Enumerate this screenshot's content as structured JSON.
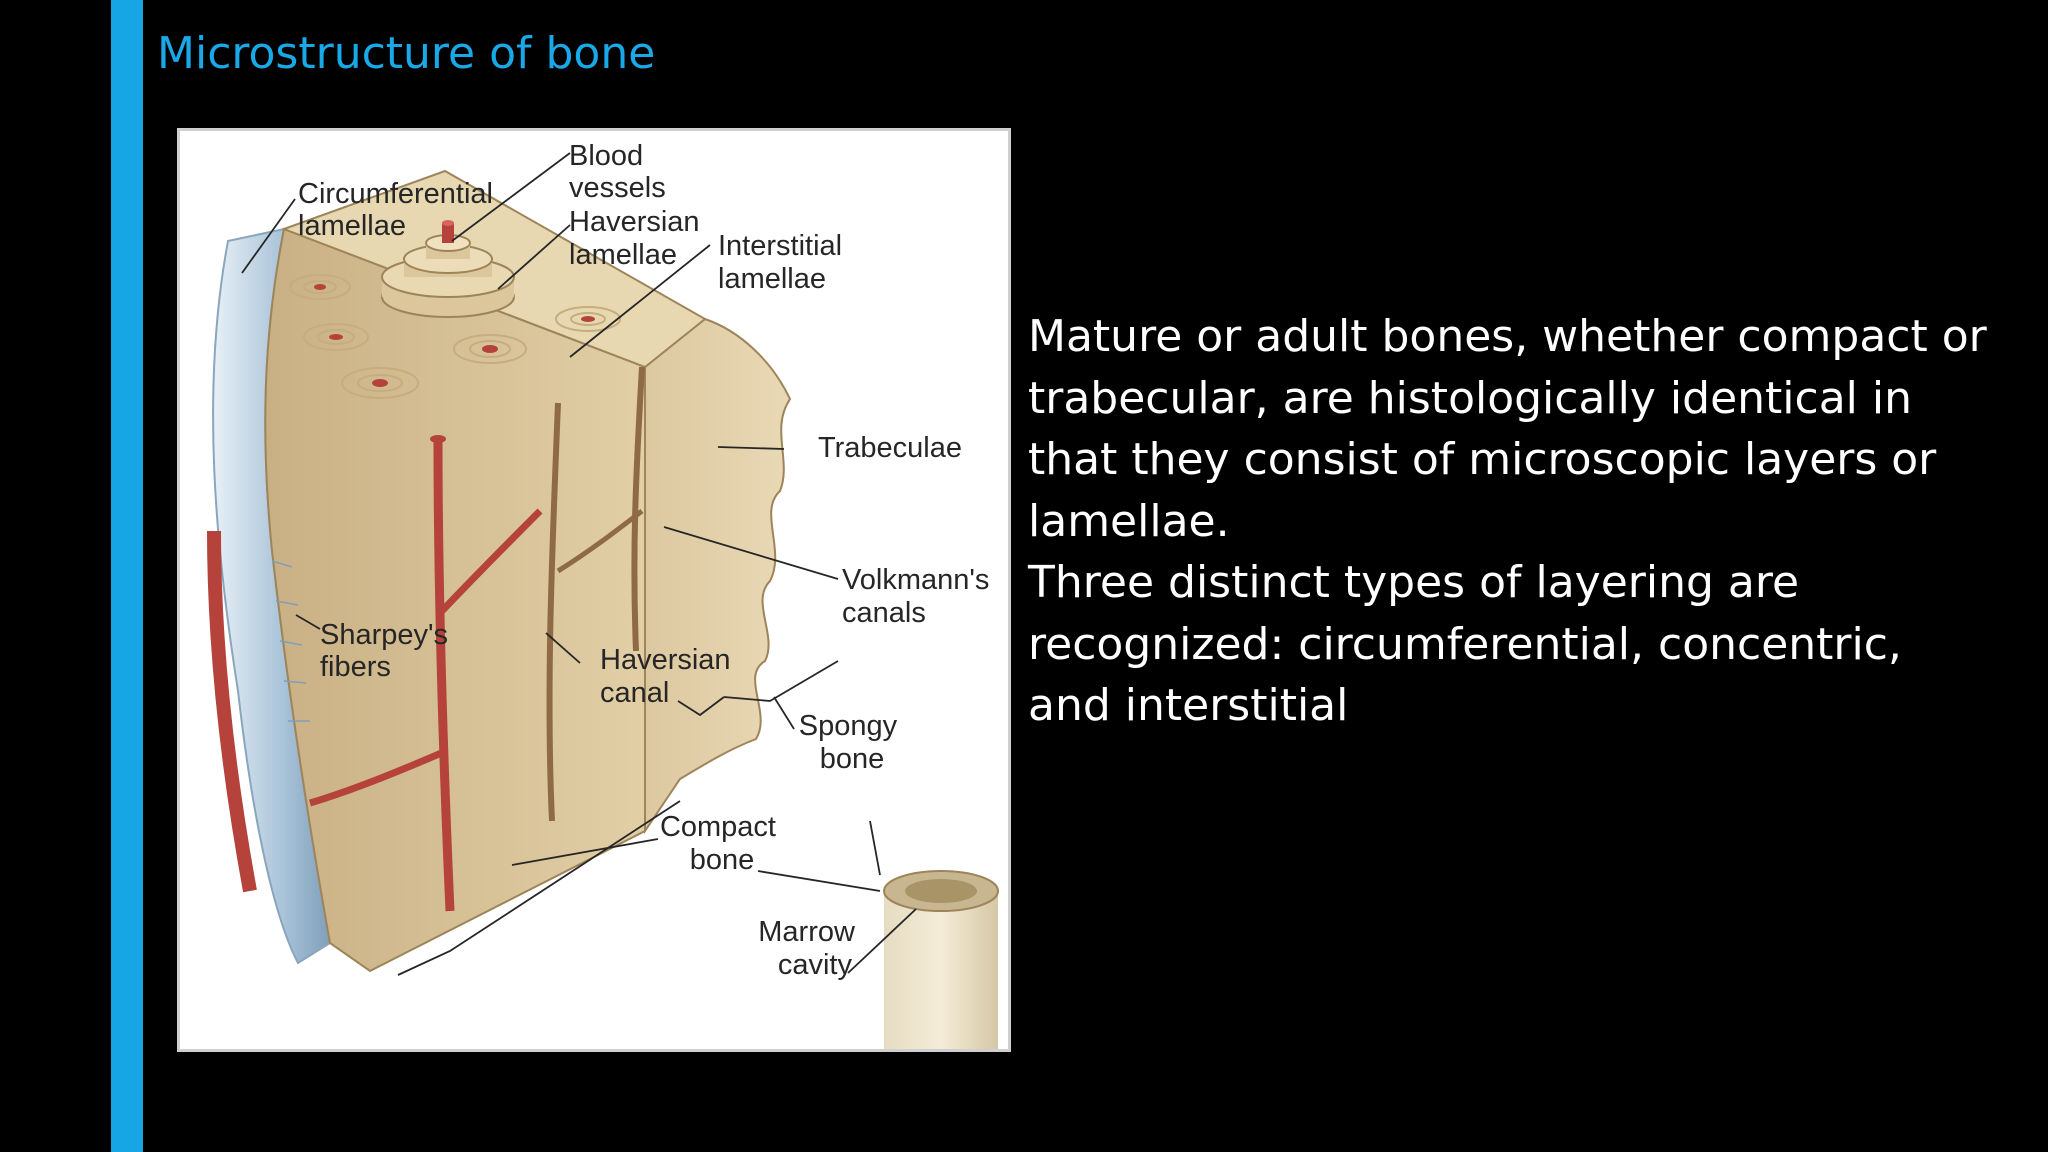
{
  "slide": {
    "title": "Microstructure of bone",
    "accent_color": "#16a6e6",
    "title_color": "#19a8e8",
    "background": "#000000"
  },
  "figure": {
    "labels": {
      "blood_vessels_1": "Blood",
      "blood_vessels_2": "vessels",
      "circumferential_1": "Circumferential",
      "circumferential_2": "lamellae",
      "haversian_lamellae_1": "Haversian",
      "haversian_lamellae_2": "lamellae",
      "interstitial_1": "Interstitial",
      "interstitial_2": "lamellae",
      "trabeculae": "Trabeculae",
      "volkmanns_1": "Volkmann's",
      "volkmanns_2": "canals",
      "sharpeys_1": "Sharpey's",
      "sharpeys_2": "fibers",
      "haversian_canal_1": "Haversian",
      "haversian_canal_2": "canal",
      "spongy_1": "Spongy",
      "spongy_2": "bone",
      "compact_1": "Compact",
      "compact_2": "bone",
      "marrow_1": "Marrow",
      "marrow_2": "cavity"
    }
  },
  "body": {
    "paragraph_1": "Mature or adult bones, whether compact or trabecular, are histologically identical in that they consist of microscopic layers or lamellae.",
    "paragraph_2": "Three distinct types of layering are recognized: circumferential, concentric, and interstitial"
  }
}
